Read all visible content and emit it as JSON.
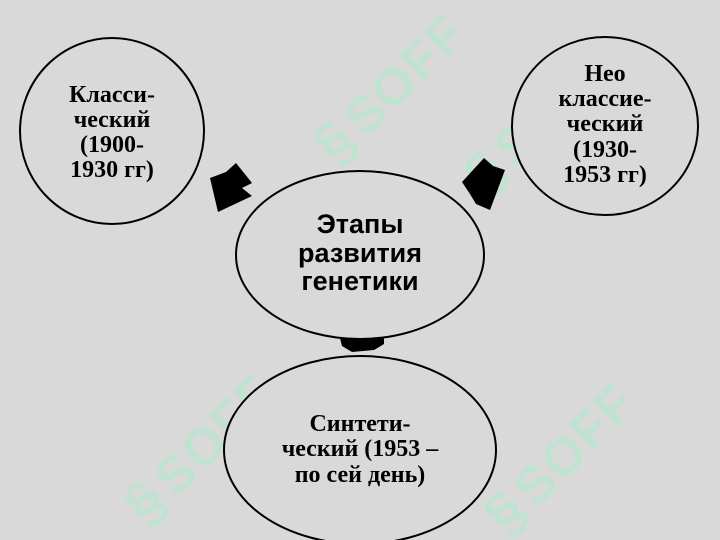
{
  "diagram": {
    "center": {
      "text": "Этапы\nразвития\nгенетики"
    },
    "classic": {
      "text": "Класси-\nческий\n(1900-\n1930 гг)"
    },
    "neoclassic": {
      "text": "Нео\nклассие-\nческий\n(1930-\n1953 гг)"
    },
    "synthetic": {
      "text": "Синтети-\nческий (1953 –\nпо сей день)"
    }
  },
  "watermark": {
    "text": "SOFF",
    "mark": "§"
  },
  "colors": {
    "background": "#d9d9d9",
    "ellipse_fill": "#d9d9d9",
    "outline": "#000000",
    "watermark": "#b9e6cf"
  }
}
